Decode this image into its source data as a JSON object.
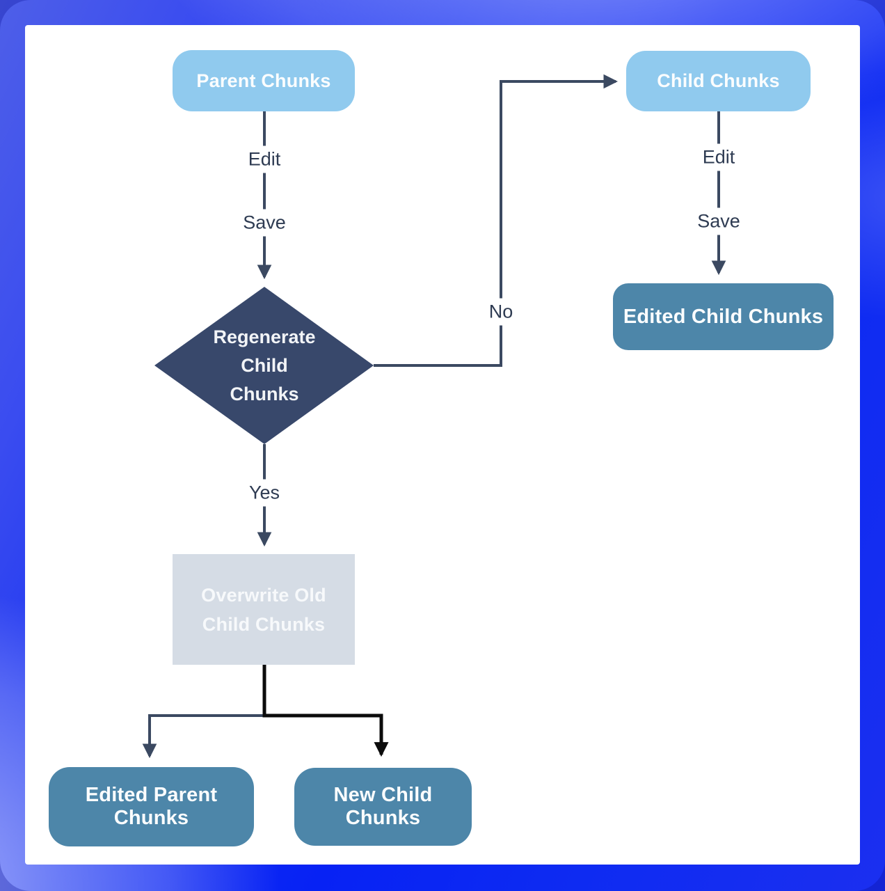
{
  "diagram": {
    "title": "Parent / child chunk editing flowchart",
    "nodes": {
      "parent_chunks": {
        "label": "Parent Chunks",
        "shape": "rounded",
        "color": "#90CAEE"
      },
      "child_chunks": {
        "label": "Child Chunks",
        "shape": "rounded",
        "color": "#90CAEE"
      },
      "regenerate_decision": {
        "label": "Regenerate Child Chunks",
        "lines": [
          "Regenerate",
          "Child",
          "Chunks"
        ],
        "shape": "diamond",
        "color": "#38486B"
      },
      "edited_child_chunks": {
        "label": "Edited Child Chunks",
        "shape": "rounded",
        "color": "#4D86A9"
      },
      "overwrite_old_child_chunks": {
        "label": "Overwrite Old Child Chunks",
        "shape": "rectangle",
        "color": "#D5DCE5"
      },
      "edited_parent_chunks": {
        "label": "Edited Parent Chunks",
        "shape": "rounded",
        "color": "#4D86A9"
      },
      "new_child_chunks": {
        "label": "New Child Chunks",
        "shape": "rounded",
        "color": "#4D86A9"
      }
    },
    "edge_labels": {
      "parent_edit": "Edit",
      "parent_save": "Save",
      "decision_no": "No",
      "decision_yes": "Yes",
      "child_edit": "Edit",
      "child_save": "Save"
    },
    "colors": {
      "node_light_blue": "#90CAEE",
      "node_mid_blue": "#4D86A9",
      "decision_navy": "#38486B",
      "process_gray": "#D5DCE5",
      "connector": "#3B4961",
      "connector_black": "#0B0B0B",
      "edge_label_text": "#2E3B52",
      "canvas": "#FFFFFF",
      "frame_blue": "#0722F4"
    }
  }
}
